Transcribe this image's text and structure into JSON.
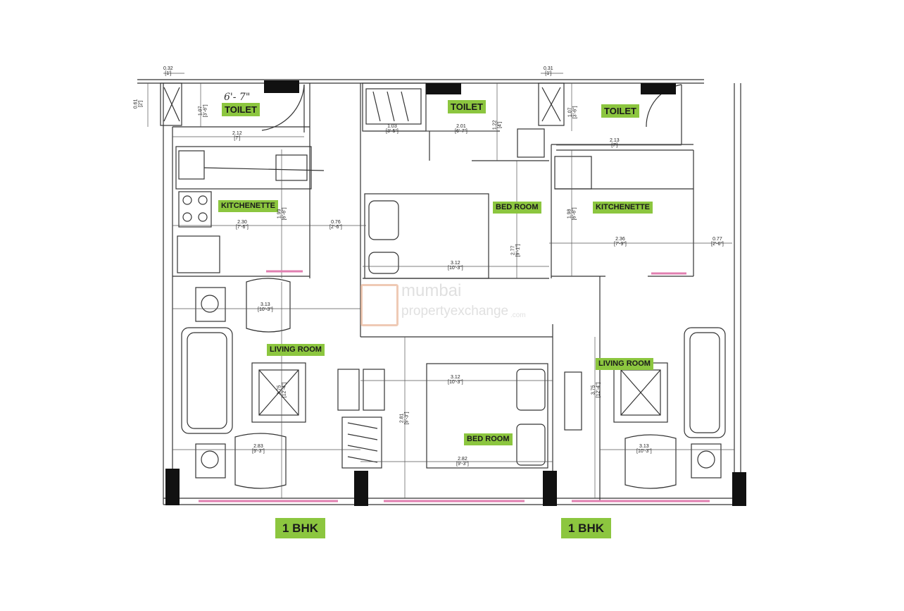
{
  "labels": {
    "toilet_left": "TOILET",
    "toilet_center": "TOILET",
    "toilet_right": "TOILET",
    "kitchenette_left": "KITCHENETTE",
    "kitchenette_right": "KITCHENETTE",
    "bedroom_top": "BED ROOM",
    "bedroom_bottom": "BED ROOM",
    "living_left": "LIVING ROOM",
    "living_right": "LIVING ROOM",
    "unit_left": "1 BHK",
    "unit_right": "1 BHK",
    "handwritten_note": "6'- 7\""
  },
  "dimensions": {
    "d_0_32": {
      "m": "0.32",
      "ft": "[1']"
    },
    "d_0_61": {
      "m": "0.61",
      "ft": "[2']"
    },
    "d_1_07_l": {
      "m": "1.07",
      "ft": "[3'-6\"]"
    },
    "d_2_12": {
      "m": "2.12",
      "ft": "[7']"
    },
    "d_1_03": {
      "m": "1.03",
      "ft": "[3'-5\"]"
    },
    "d_2_01": {
      "m": "2.01",
      "ft": "[6'-7\"]"
    },
    "d_1_22": {
      "m": "1.22",
      "ft": "[4']"
    },
    "d_0_31": {
      "m": "0.31",
      "ft": "[1']"
    },
    "d_1_07_r": {
      "m": "1.07",
      "ft": "[3'-6\"]"
    },
    "d_2_13": {
      "m": "2.13",
      "ft": "[7']"
    },
    "d_1_99": {
      "m": "1.99",
      "ft": "[6'-6\"]"
    },
    "d_2_30": {
      "m": "2.30",
      "ft": "[7'-6\"]"
    },
    "d_0_76": {
      "m": "0.76",
      "ft": "[2'-6\"]"
    },
    "d_2_77": {
      "m": "2.77",
      "ft": "[9'-1\"]"
    },
    "d_1_98": {
      "m": "1.98",
      "ft": "[6'-6\"]"
    },
    "d_2_36": {
      "m": "2.36",
      "ft": "[7'-9\"]"
    },
    "d_0_77": {
      "m": "0.77",
      "ft": "[2'-6\"]"
    },
    "d_3_12_t": {
      "m": "3.12",
      "ft": "[10'-3\"]"
    },
    "d_3_13_l": {
      "m": "3.13",
      "ft": "[10'-3\"]"
    },
    "d_3_75_l": {
      "m": "3.75",
      "ft": "[12'-4\"]"
    },
    "d_3_12_b": {
      "m": "3.12",
      "ft": "[10'-3\"]"
    },
    "d_2_81": {
      "m": "2.81",
      "ft": "[9'-3\"]"
    },
    "d_3_75_r": {
      "m": "3.75",
      "ft": "[12'-4\"]"
    },
    "d_2_83": {
      "m": "2.83",
      "ft": "[9'-3\"]"
    },
    "d_2_82": {
      "m": "2.82",
      "ft": "[9'-3\"]"
    },
    "d_3_13_r": {
      "m": "3.13",
      "ft": "[10'-3\"]"
    }
  },
  "watermark": {
    "line1": "mumbai",
    "line2": "propertyexchange",
    "line3": ".com"
  },
  "colors": {
    "label_bg": "#8cc63f",
    "window": "#e07fb0",
    "column": "#111111"
  }
}
